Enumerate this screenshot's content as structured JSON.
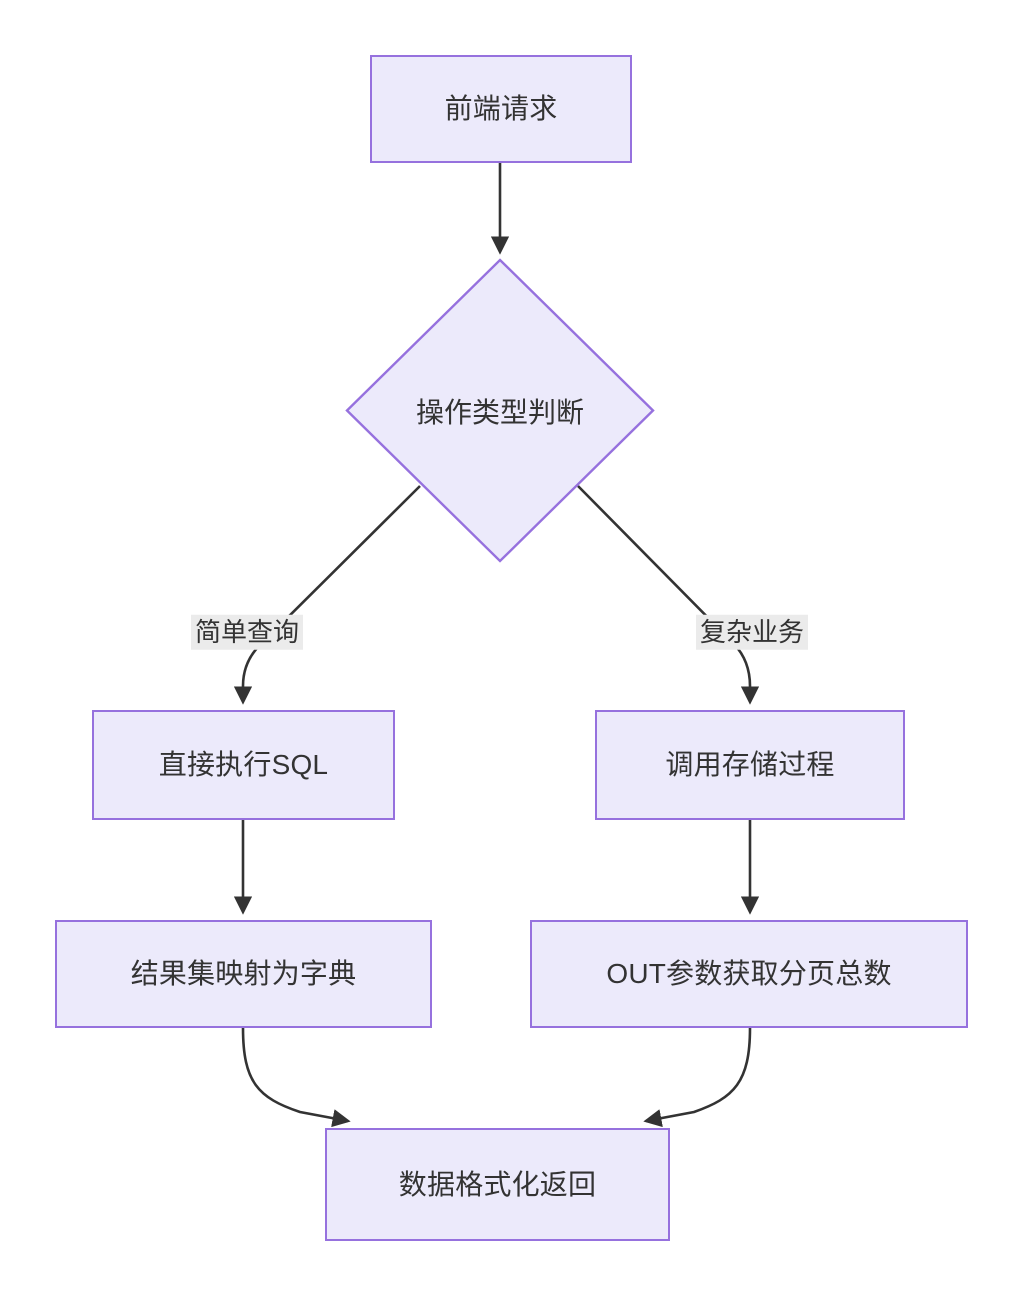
{
  "diagram": {
    "type": "flowchart",
    "direction": "top-down",
    "title": "",
    "theme": {
      "node_fill": "#ECEAFB",
      "node_stroke": "#9671DE",
      "node_text": "#333333",
      "edge_stroke": "#333333",
      "edge_label_bg": "#EBEBEB",
      "background": "#FFFFFF"
    },
    "nodes": [
      {
        "id": "n1",
        "label": "前端请求",
        "shape": "rect"
      },
      {
        "id": "n2",
        "label": "操作类型判断",
        "shape": "diamond"
      },
      {
        "id": "n3",
        "label": "直接执行SQL",
        "shape": "rect"
      },
      {
        "id": "n4",
        "label": "调用存储过程",
        "shape": "rect"
      },
      {
        "id": "n5",
        "label": "结果集映射为字典",
        "shape": "rect"
      },
      {
        "id": "n6",
        "label": "OUT参数获取分页总数",
        "shape": "rect"
      },
      {
        "id": "n7",
        "label": "数据格式化返回",
        "shape": "rect"
      }
    ],
    "edges": [
      {
        "from": "n1",
        "to": "n2",
        "label": ""
      },
      {
        "from": "n2",
        "to": "n3",
        "label": "简单查询"
      },
      {
        "from": "n2",
        "to": "n4",
        "label": "复杂业务"
      },
      {
        "from": "n3",
        "to": "n5",
        "label": ""
      },
      {
        "from": "n4",
        "to": "n6",
        "label": ""
      },
      {
        "from": "n5",
        "to": "n7",
        "label": ""
      },
      {
        "from": "n6",
        "to": "n7",
        "label": ""
      }
    ]
  }
}
